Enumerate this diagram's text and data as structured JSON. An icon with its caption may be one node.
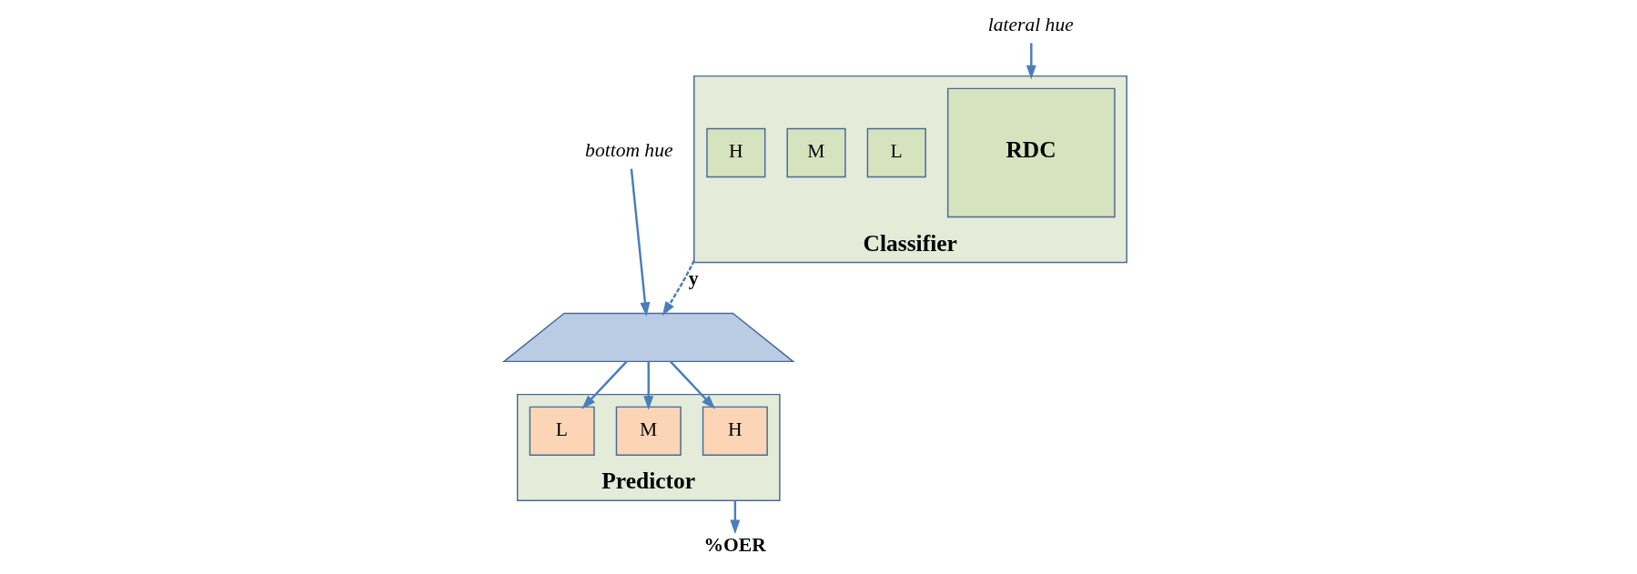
{
  "diagram": {
    "nodes": [
      {
        "text": [
          "Classifier"
        ]
      },
      {
        "text": [
          "RDC"
        ],
        "in": 0
      },
      {
        "text": [
          "L"
        ],
        "in": 0
      },
      {
        "text": [
          "M"
        ],
        "in": 0
      },
      {
        "text": [
          "H"
        ],
        "in": 0
      },
      {
        "text": [
          "lateral hue"
        ]
      },
      {
        "text": [],
        "shape": "trapezoid"
      },
      {
        "text": [
          "bottom hue"
        ]
      },
      {
        "text": [
          "Predictor"
        ]
      },
      {
        "text": [
          "L"
        ],
        "in": 8
      },
      {
        "text": [
          "M"
        ],
        "in": 8
      },
      {
        "text": [
          "H"
        ],
        "in": 8
      },
      {
        "text": [
          "%OER"
        ]
      }
    ],
    "edges": [
      {
        "from": 5,
        "to": 0,
        "arrow": "to"
      },
      {
        "from": 0,
        "to": 6,
        "arrow": "to",
        "label": "y",
        "style": "dashed"
      },
      {
        "from": 7,
        "to": 6,
        "arrow": "to"
      },
      {
        "from": 6,
        "to": 9,
        "arrow": "to"
      },
      {
        "from": 6,
        "to": 10,
        "arrow": "to"
      },
      {
        "from": 6,
        "to": 11,
        "arrow": "to"
      },
      {
        "from": 8,
        "to": 12,
        "arrow": "to"
      }
    ]
  }
}
